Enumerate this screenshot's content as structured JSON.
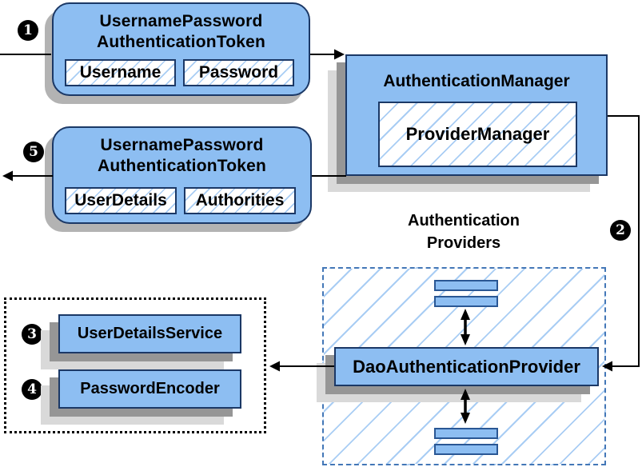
{
  "colors": {
    "node_fill": "#8dbef2",
    "node_border": "#1b3866",
    "hatch_line": "#a9cdf4",
    "providers_dashed_border": "#4377b7",
    "collaborators_dotted_border": "#000000",
    "connector": "#000000",
    "shadow_dark": "#969696",
    "shadow_light": "#d9d9d9",
    "token_shadow": "#b3b3b3"
  },
  "markers": [
    "1",
    "2",
    "3",
    "4",
    "5"
  ],
  "request_token": {
    "title_line1": "UsernamePassword",
    "title_line2": "AuthenticationToken",
    "fields": [
      "Username",
      "Password"
    ]
  },
  "authentication_manager": {
    "title": "AuthenticationManager",
    "delegate": "ProviderManager"
  },
  "result_token": {
    "title_line1": "UsernamePassword",
    "title_line2": "AuthenticationToken",
    "fields": [
      "UserDetails",
      "Authorities"
    ]
  },
  "authentication_providers": {
    "title_line1": "Authentication",
    "title_line2": "Providers",
    "provider": "DaoAuthenticationProvider"
  },
  "collaborators": {
    "items": [
      "UserDetailsService",
      "PasswordEncoder"
    ]
  }
}
